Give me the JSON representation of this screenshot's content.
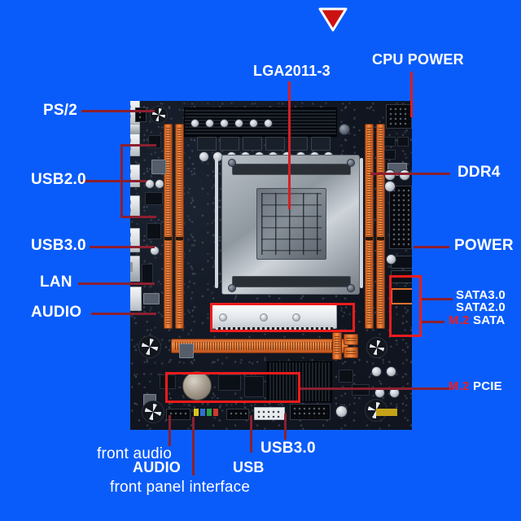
{
  "background_color": "#0a5cfa",
  "marker": {
    "name": "down-triangle-marker",
    "fill": "#cc1111",
    "stroke": "#ffffff"
  },
  "product": {
    "description": "X99 motherboard annotated diagram"
  },
  "labels": {
    "ps2": "PS/2",
    "usb20": "USB2.0",
    "usb30_rear": "USB3.0",
    "lan": "LAN",
    "audio_rear": "AUDIO",
    "lga": "LGA2011-3",
    "cpu_power": "CPU POWER",
    "ddr4": "DDR4",
    "power": "POWER",
    "sata3": "SATA3.0",
    "sata2": "SATA2.0",
    "m2_prefix": "M.2",
    "m2_sata_suffix": "SATA",
    "m2_pcie_suffix": "PCIE",
    "front_audio_small": "front audio",
    "front_audio_big": "AUDIO",
    "front_panel": "front panel interface",
    "usb": "USB",
    "usb30_front": "USB3.0"
  },
  "colors": {
    "callout_line": "#8c2030",
    "callout_line_bright": "#d61f25",
    "highlight_box": "#ef1c1c",
    "label_text": "#ffffff",
    "accent_orange": "#e0712c"
  }
}
